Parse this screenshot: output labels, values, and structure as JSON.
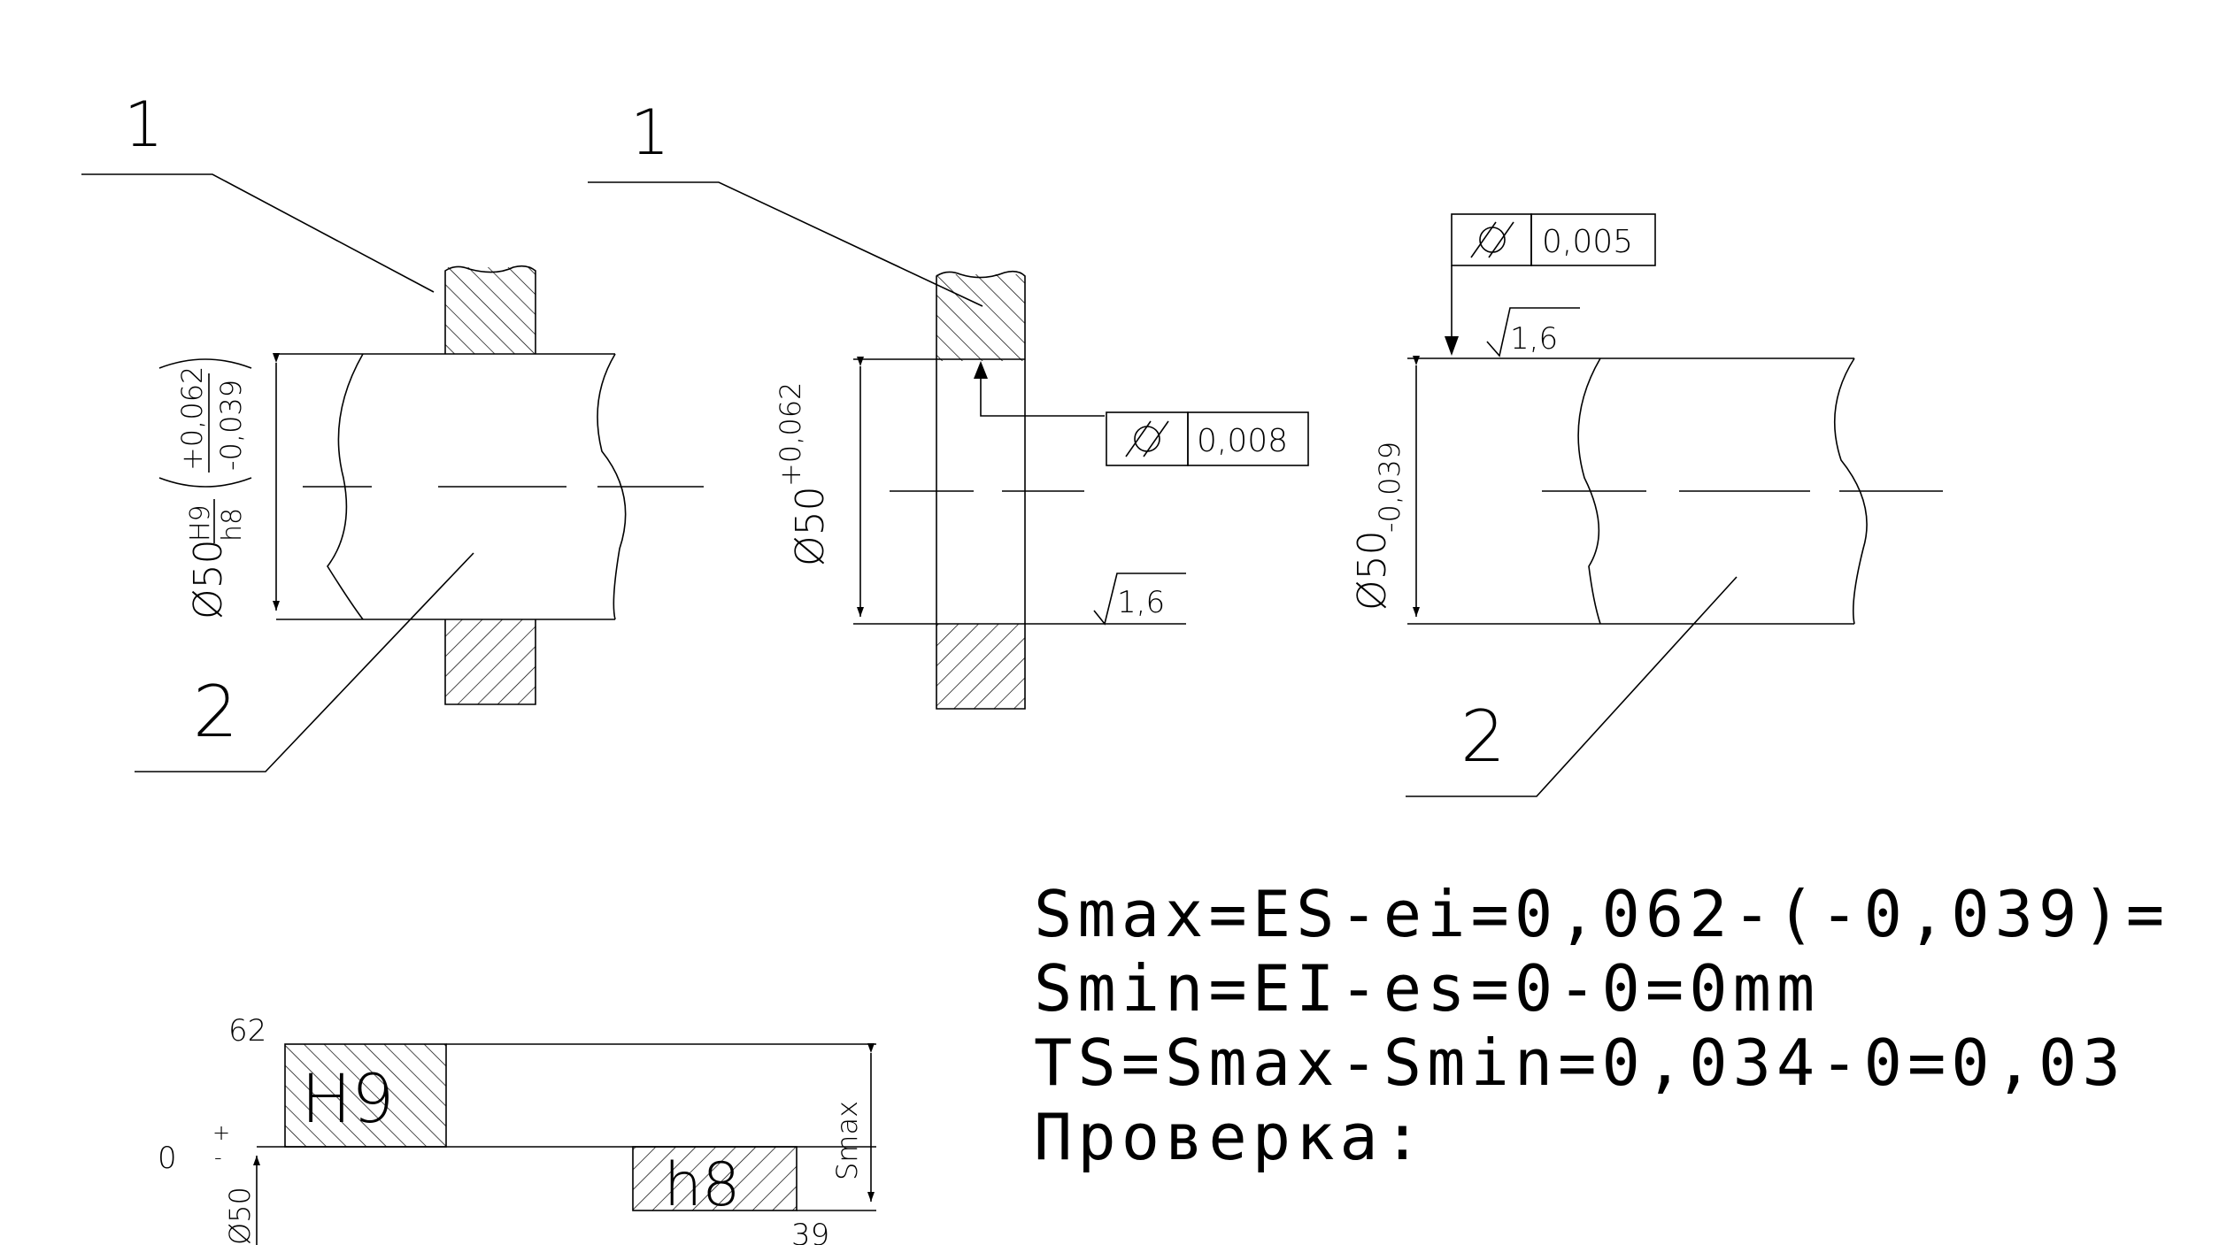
{
  "drawing": {
    "leaders": {
      "pos1_a": "1",
      "pos1_b": "1",
      "pos2_a": "2",
      "pos2_b": "2"
    },
    "assembly_dim": {
      "dia": "Ø50",
      "hole_fit": "H9",
      "shaft_fit": "h8",
      "upper": "+0,062",
      "lower": "-0,039"
    },
    "hole_dim": {
      "dia": "Ø50",
      "upper": "+0,062"
    },
    "shaft_dim": {
      "dia": "Ø50",
      "lower": "-0,039"
    },
    "tolerance_frames": {
      "hole": {
        "symbol": "cylindricity-icon",
        "value": "0,008"
      },
      "shaft": {
        "symbol": "cylindricity-icon",
        "value": "0,005"
      }
    },
    "roughness": {
      "hole": "1,6",
      "shaft": "1,6"
    },
    "scheme": {
      "upper_dev": "62",
      "zero": "0",
      "plus": "+",
      "minus": "-",
      "hole_field": "H9",
      "shaft_field": "h8",
      "smax_label": "Smax",
      "dia_label": "Ø50",
      "lower_dev": "39"
    },
    "calculations": [
      "Smax=ES-ei=0,062-(-0,039)=",
      "Smin=EI-es=0-0=0mm",
      "TS=Smax-Smin=0,034-0=0,03",
      "Проверка:"
    ]
  }
}
